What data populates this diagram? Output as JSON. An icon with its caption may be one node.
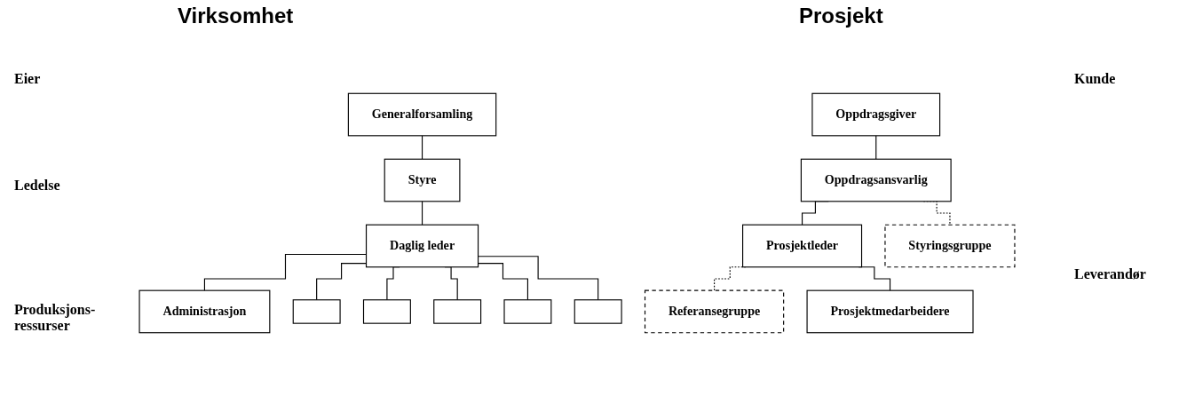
{
  "diagram": {
    "nodes": [
      {
        "text": [
          "Generalforsamling"
        ]
      },
      {
        "text": [
          "Styre"
        ]
      },
      {
        "text": [
          "Daglig leder"
        ]
      },
      {
        "text": [
          "Administrasjon"
        ]
      },
      {
        "text": [],
        "shape": "box"
      },
      {
        "text": [],
        "shape": "box"
      },
      {
        "text": [],
        "shape": "box"
      },
      {
        "text": [],
        "shape": "box"
      },
      {
        "text": [],
        "shape": "box"
      },
      {
        "text": [
          "Oppdragsgiver"
        ]
      },
      {
        "text": [
          "Oppdragsansvarlig"
        ]
      },
      {
        "text": [
          "Styringsgruppe"
        ]
      },
      {
        "text": [
          "Prosjektleder"
        ]
      },
      {
        "text": [
          "Referansegruppe"
        ]
      },
      {
        "text": [
          "Prosjektmedarbeidere"
        ]
      }
    ],
    "edges": [
      {
        "from": 0,
        "to": 1,
        "arrow": "none"
      },
      {
        "from": 1,
        "to": 2,
        "arrow": "none"
      },
      {
        "from": 2,
        "to": 3,
        "arrow": "none"
      },
      {
        "from": 2,
        "to": 4,
        "arrow": "none"
      },
      {
        "from": 2,
        "to": 5,
        "arrow": "none"
      },
      {
        "from": 2,
        "to": 6,
        "arrow": "none"
      },
      {
        "from": 2,
        "to": 7,
        "arrow": "none"
      },
      {
        "from": 2,
        "to": 8,
        "arrow": "none"
      },
      {
        "from": 9,
        "to": 10,
        "arrow": "none"
      },
      {
        "from": 10,
        "to": 11,
        "arrow": "none",
        "style": "dashed"
      },
      {
        "from": 10,
        "to": 12,
        "arrow": "none"
      },
      {
        "from": 12,
        "to": 13,
        "arrow": "none",
        "style": "dashed"
      },
      {
        "from": 12,
        "to": 14,
        "arrow": "none"
      }
    ],
    "labels": [
      "Virksomhet",
      "Prosjekt",
      "Eier",
      "Kunde",
      "Ledelse",
      "Leverandør",
      "Produksjons- ressurser"
    ]
  }
}
